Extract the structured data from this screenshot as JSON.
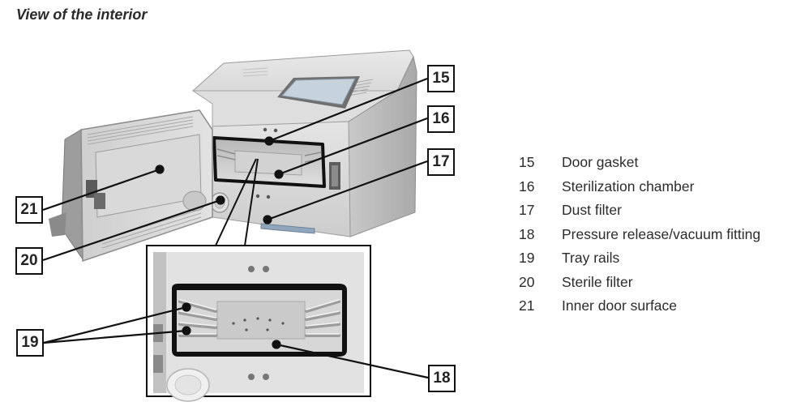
{
  "title": "View of the interior",
  "callouts": {
    "c15": "15",
    "c16": "16",
    "c17": "17",
    "c18": "18",
    "c19": "19",
    "c20": "20",
    "c21": "21"
  },
  "legend": [
    {
      "num": "15",
      "label": "Door gasket"
    },
    {
      "num": "16",
      "label": "Sterilization chamber"
    },
    {
      "num": "17",
      "label": "Dust filter"
    },
    {
      "num": "18",
      "label": "Pressure release/vacuum fitting"
    },
    {
      "num": "19",
      "label": "Tray rails"
    },
    {
      "num": "20",
      "label": "Sterile filter"
    },
    {
      "num": "21",
      "label": "Inner door surface"
    }
  ],
  "colors": {
    "line": "#111111",
    "device_light": "#e6e6e6",
    "device_mid": "#cfcfcf",
    "device_dark": "#9a9a9a",
    "display": "#c7d3dc"
  }
}
